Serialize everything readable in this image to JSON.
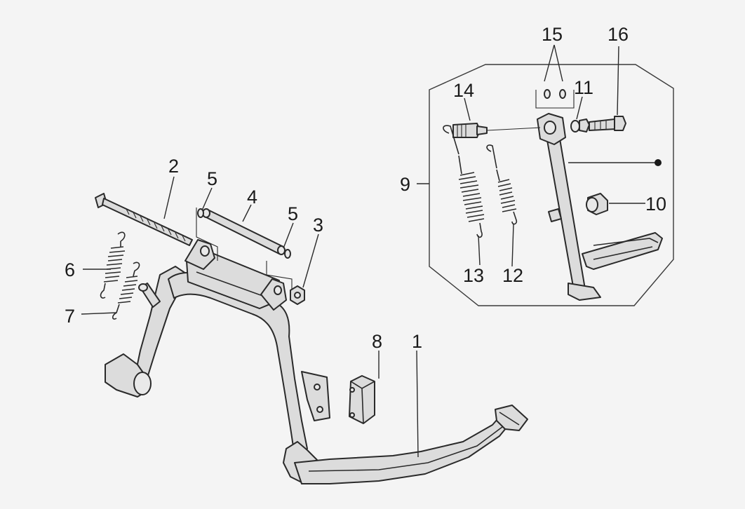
{
  "diagram": {
    "callouts": [
      {
        "id": "1",
        "label": "1"
      },
      {
        "id": "2",
        "label": "2"
      },
      {
        "id": "3",
        "label": "3"
      },
      {
        "id": "4",
        "label": "4"
      },
      {
        "id": "5a",
        "label": "5"
      },
      {
        "id": "5b",
        "label": "5"
      },
      {
        "id": "6",
        "label": "6"
      },
      {
        "id": "7",
        "label": "7"
      },
      {
        "id": "8",
        "label": "8"
      },
      {
        "id": "9",
        "label": "9"
      },
      {
        "id": "10",
        "label": "10"
      },
      {
        "id": "11",
        "label": "11"
      },
      {
        "id": "12",
        "label": "12"
      },
      {
        "id": "13",
        "label": "13"
      },
      {
        "id": "14",
        "label": "14"
      },
      {
        "id": "15",
        "label": "15"
      },
      {
        "id": "16",
        "label": "16"
      }
    ],
    "parts": {
      "center_stand": "center-stand",
      "pivot_bolt": "pivot-bolt",
      "nut": "nut",
      "spacer_tube": "spacer-tube",
      "washer": "washer",
      "spring": "spring",
      "rubber_stop": "rubber-stop",
      "side_stand_kit": "side-stand-kit"
    }
  }
}
